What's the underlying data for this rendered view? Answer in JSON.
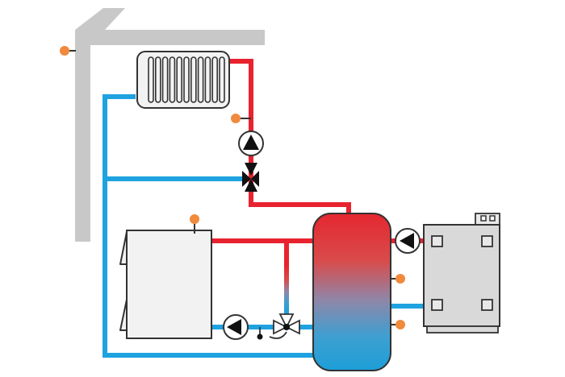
{
  "diagram": {
    "components": {
      "house_wall": "building-outline",
      "radiator": "radiator",
      "solid_fuel_boiler": "solid-fuel-boiler",
      "buffer_tank": "buffer-tank",
      "secondary_boiler": "gas-boiler",
      "pumps": [
        "radiator-circuit-pump",
        "boiler-circuit-pump",
        "secondary-boiler-pump"
      ],
      "valves": [
        "radiator-mixing-valve",
        "boiler-thermostatic-valve"
      ],
      "sensors": [
        "outdoor-sensor",
        "flow-temperature-sensor",
        "boiler-temperature-sensor",
        "tank-upper-sensor",
        "tank-lower-sensor"
      ]
    },
    "colors": {
      "hot_pipe": "#e8232f",
      "cold_pipe": "#1fa2e0",
      "sensor": "#f08a3c",
      "wall": "#c8c8c8",
      "equipment_fill": "#f2f2f2",
      "secondary_boiler_fill": "#d9d9d9",
      "outline": "#333333"
    }
  }
}
